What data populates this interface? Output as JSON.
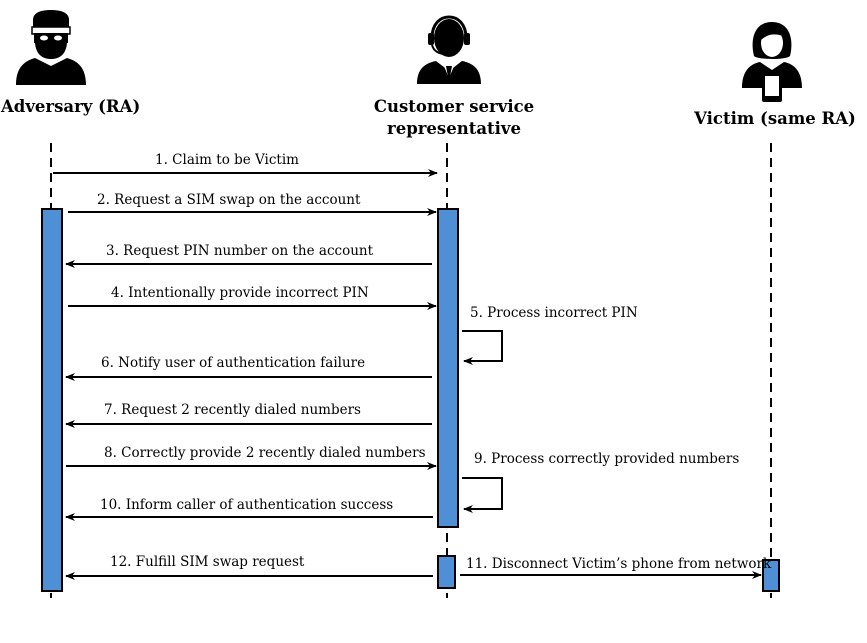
{
  "actors": [
    {
      "id": "adversary",
      "name": "Adversary (RA)",
      "icon": "burglar-icon"
    },
    {
      "id": "csr",
      "name_line1": "Customer service",
      "name_line2": "representative",
      "icon": "headset-agent-icon"
    },
    {
      "id": "victim",
      "name": "Victim (same RA)",
      "icon": "woman-with-phone-icon"
    }
  ],
  "messages": [
    {
      "label": "1. Claim to be Victim",
      "from": "adversary",
      "to": "csr"
    },
    {
      "label": "2. Request a SIM swap on the account",
      "from": "adversary",
      "to": "csr"
    },
    {
      "label": "3. Request PIN number on the account",
      "from": "csr",
      "to": "adversary"
    },
    {
      "label": "4. Intentionally provide incorrect PIN",
      "from": "adversary",
      "to": "csr"
    },
    {
      "label": "5. Process incorrect PIN",
      "from": "csr",
      "to": "csr"
    },
    {
      "label": "6. Notify user of authentication failure",
      "from": "csr",
      "to": "adversary"
    },
    {
      "label": "7. Request 2 recently dialed numbers",
      "from": "csr",
      "to": "adversary"
    },
    {
      "label": "8. Correctly provide 2 recently dialed numbers",
      "from": "adversary",
      "to": "csr"
    },
    {
      "label": "9. Process correctly provided numbers",
      "from": "csr",
      "to": "csr"
    },
    {
      "label": "10. Inform caller of authentication success",
      "from": "csr",
      "to": "adversary"
    },
    {
      "label": "11. Disconnect Victim’s phone from network",
      "from": "csr",
      "to": "victim"
    },
    {
      "label": "12. Fulfill SIM swap request",
      "from": "csr",
      "to": "adversary"
    }
  ],
  "colors": {
    "activation": "#4f8fd6",
    "line": "#000000"
  }
}
